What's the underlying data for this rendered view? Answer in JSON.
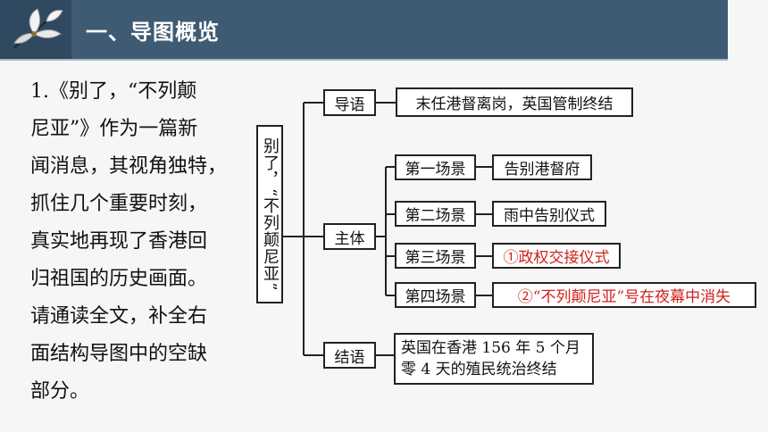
{
  "header": {
    "title": "一、导图概览"
  },
  "question": {
    "lines": [
      "1.《别了，“不列颠",
      "尼亚”》作为一篇新",
      "闻消息，其视角独特，",
      "抓住几个重要时刻，",
      "真实地再现了香港回",
      "归祖国的历史画面。",
      "请通读全文，补全右",
      "面结构导图中的空缺",
      "部分。"
    ]
  },
  "mindmap": {
    "root": "别了，“不列颠尼亚”",
    "intro_label": "导语",
    "intro_text": "末任港督离岗，英国管制终结",
    "body_label": "主体",
    "scenes": [
      {
        "label": "第一场景",
        "text": "告别港督府"
      },
      {
        "label": "第二场景",
        "text": "雨中告别仪式"
      },
      {
        "label": "第三场景",
        "text": "①政权交接仪式"
      },
      {
        "label": "第四场景",
        "text": "②“不列颠尼亚”号在夜幕中消失"
      }
    ],
    "ending_label": "结语",
    "ending_text_1": "英国在香港 156 年 5 个月",
    "ending_text_2": "零 4 天的殖民统治终结"
  },
  "colors": {
    "header": "#3f5b73",
    "answer": "#d0201c"
  }
}
